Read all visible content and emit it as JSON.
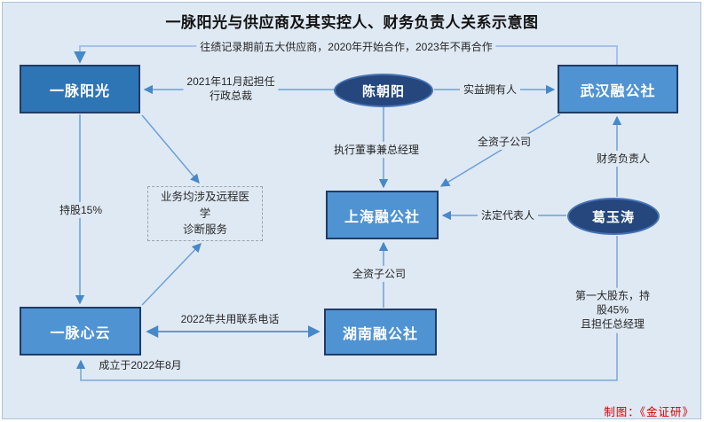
{
  "title": "一脉阳光与供应商及其实控人、财务负责人关系示意图",
  "credit": "制图：《金证研》",
  "colors": {
    "canvas_bg": "#dfe9f4",
    "dark_box_fill": "#2e75b6",
    "light_box_fill": "#4f93d3",
    "box_border": "#1f3c66",
    "ellipse_fill": "#25477e",
    "line_blue": "#6ca0d8",
    "credit_red": "#d40000"
  },
  "nodes": {
    "yimai_sunshine": {
      "label": "一脉阳光",
      "shape": "rect-dark"
    },
    "wuhan": {
      "label": "武汉融公社",
      "shape": "rect-light"
    },
    "shanghai": {
      "label": "上海融公社",
      "shape": "rect-light"
    },
    "yimai_xinyun": {
      "label": "一脉心云",
      "shape": "rect-light"
    },
    "hunan": {
      "label": "湖南融公社",
      "shape": "rect-light"
    },
    "chen_zhaoyang": {
      "label": "陈朝阳",
      "shape": "ellipse"
    },
    "ge_yutao": {
      "label": "葛玉涛",
      "shape": "ellipse"
    },
    "business_note": {
      "label": "业务均涉及远程医学\n诊断服务",
      "shape": "dashed-rect"
    }
  },
  "edges": {
    "top_note": "往绩记录期前五大供应商，2020年开始合作，2023年不再合作",
    "ceo_2021": "2021年11月起担任\n行政总裁",
    "beneficial_owner": "实益拥有人",
    "exec_director": "执行董事兼总经理",
    "wholly_owned_upper": "全资子公司",
    "finance_head": "财务负责人",
    "legal_rep": "法定代表人",
    "wholly_owned_lower": "全资子公司",
    "holding_15": "持股15%",
    "shared_phone": "2022年共用联系电话",
    "largest_shareholder": "第一大股东，持股45%\n且担任总经理",
    "established": "成立于2022年8月"
  }
}
